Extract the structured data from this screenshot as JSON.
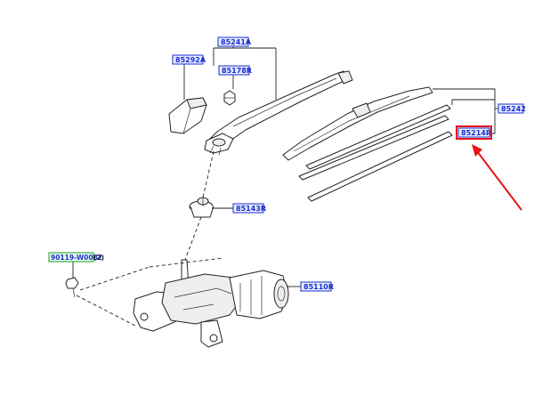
{
  "labels": {
    "arm": "85241A",
    "cap": "85292A",
    "nut": "85178R",
    "blade_assy": "85242",
    "blade_insert": "85214R",
    "pivot_cap": "85143R",
    "motor": "85110R",
    "bolt": "90119-W0082",
    "bolt_qty": "(2)"
  },
  "colors": {
    "callout_text": "#1a2fd0",
    "callout_fill": "#e8ecff",
    "highlight": "#e8141a",
    "line": "#222222"
  }
}
